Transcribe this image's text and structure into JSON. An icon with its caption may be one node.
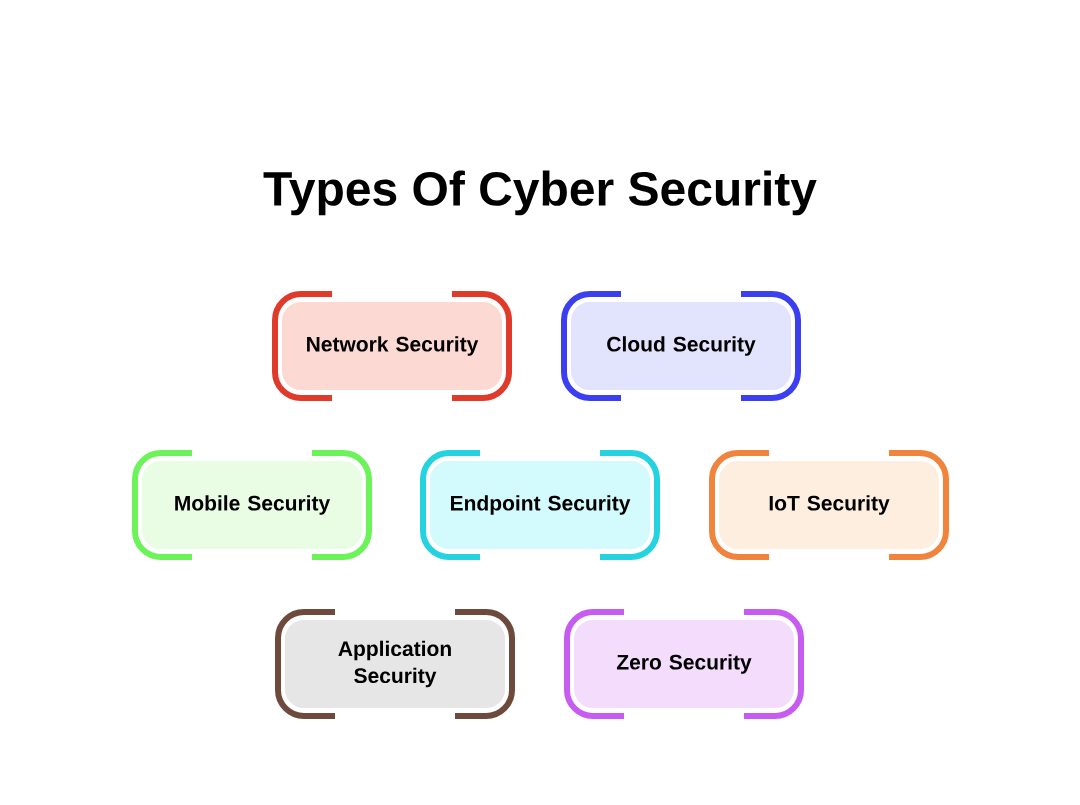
{
  "diagram": {
    "title": "Types Of Cyber Security",
    "nodes": [
      {
        "text": [
          "Network Security"
        ]
      },
      {
        "text": [
          "Cloud Security"
        ]
      },
      {
        "text": [
          "Mobile Security"
        ]
      },
      {
        "text": [
          "Endpoint Security"
        ]
      },
      {
        "text": [
          "IoT Security"
        ]
      },
      {
        "text": [
          "Application Security"
        ]
      },
      {
        "text": [
          "Zero Security"
        ]
      }
    ]
  }
}
